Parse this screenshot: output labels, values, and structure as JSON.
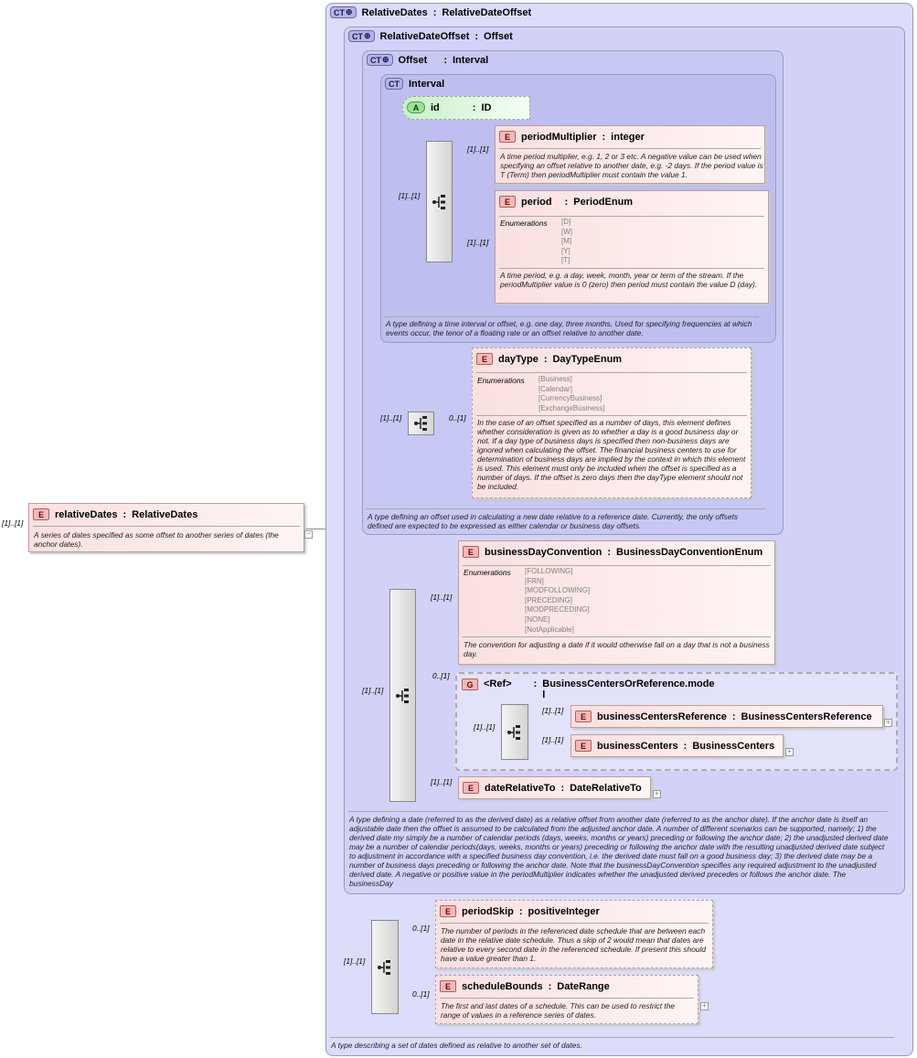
{
  "root": {
    "card": "[1]..[1]",
    "badge": "E",
    "name": "relativeDates",
    "sep": ":",
    "type": "RelativeDates",
    "doc": "A series of dates specified as some offset to another series of dates (the anchor dates)."
  },
  "ct_relative_dates": {
    "badge": "CT",
    "name": "RelativeDates",
    "sep": ":",
    "type": "RelativeDateOffset",
    "doc": "A type describing a set of dates defined as relative to another set of dates."
  },
  "ct_relative_date_offset": {
    "badge": "CT",
    "name": "RelativeDateOffset",
    "sep": ":",
    "type": "Offset",
    "doc": "A type defining a date (referred to as the derived date) as a relative offset from another date (referred to as the anchor date). If the anchor date is itself an adjustable date then the offset is assumed to be calculated from the adjusted anchor date. A number of different scenarios can be supported, namely; 1) the derived date my simply be a number of calendar periods (days, weeks, months or years) preceding or following the anchor date; 2) the unadjusted derived date may be a number of calendar periods(days, weeks, months or years) preceding or following the anchor date with the resulting unadjusted derived date subject to adjustment in accordance with a specified business day convention, i.e. the derived date must fall on a good business day; 3) the derived date may be a number of business days preceding or following the anchor date. Note that the businessDayConvention specifies any required adjustment to the unadjusted derived date. A negative or positive value in the periodMultiplier indicates whether the unadjusted derived precedes or follows the anchor date. The businessDay"
  },
  "ct_offset": {
    "badge": "CT",
    "name": "Offset",
    "sep": ":",
    "type": "Interval",
    "doc": "A type defining an offset used in calculating a new date relative to a reference date. Currently, the only offsets defined are expected to be expressed as either calendar or business day offsets."
  },
  "ct_interval": {
    "badge": "CT",
    "name": "Interval",
    "doc": "A type defining a time interval or offset, e.g. one day, three months. Used for specifying frequencies at which events occur, the tenor of a floating rate or an offset relative to another date."
  },
  "attr_id": {
    "badge": "A",
    "name": "id",
    "sep": ":",
    "type": "ID"
  },
  "period_multiplier": {
    "card": "[1]..[1]",
    "badge": "E",
    "name": "periodMultiplier",
    "sep": ":",
    "type": "integer",
    "doc": "A time period multiplier, e.g. 1, 2 or 3 etc. A negative value can be used when specifying an offset relative to another date, e.g. -2 days. If the period value is T (Term) then periodMultiplier must contain the value 1."
  },
  "period": {
    "card": "[1]..[1]",
    "badge": "E",
    "name": "period",
    "sep": ":",
    "type": "PeriodEnum",
    "enum_label": "Enumerations",
    "enums": [
      "[D]",
      "[W]",
      "[M]",
      "[Y]",
      "[T]"
    ],
    "doc": "A time period, e.g. a day, week, month, year or term of the stream. If the periodMultiplier value is 0 (zero) then period must contain the value D (day)."
  },
  "interval_seq_card": "[1]..[1]",
  "day_type": {
    "seq_card": "[1]..[1]",
    "card": "0..[1]",
    "badge": "E",
    "name": "dayType",
    "sep": ":",
    "type": "DayTypeEnum",
    "enum_label": "Enumerations",
    "enums": [
      "[Business]",
      "[Calendar]",
      "[CurrencyBusiness]",
      "[ExchangeBusiness]"
    ],
    "doc": "In the case of an offset specified as a number of days, this element defines whether consideration is given as to whether a day is a good business day or not. If a day type of business days is specified then non-business days are ignored when calculating the offset. The financial business centers to use for determination of business days are implied by the context in which this element is used. This element must only be included when the offset is specified as a number of days. If the offset is zero days then the dayType element should not be included."
  },
  "business_day_convention": {
    "card": "[1]..[1]",
    "badge": "E",
    "name": "businessDayConvention",
    "sep": ":",
    "type": "BusinessDayConventionEnum",
    "enum_label": "Enumerations",
    "enums": [
      "[FOLLOWING]",
      "[FRN]",
      "[MODFOLLOWING]",
      "[PRECEDING]",
      "[MODPRECEDING]",
      "[NONE]",
      "[NotApplicable]"
    ],
    "doc": "The convention for adjusting a date if it would otherwise fall on a day that is not a business day."
  },
  "rdo_seq_card": "[1]..[1]",
  "group_ref": {
    "card": "0..[1]",
    "badge": "G",
    "name": "<Ref>",
    "sep": ":",
    "type": "BusinessCentersOrReference.mode",
    "type_tail": "l",
    "seq_card": "[1]..[1]"
  },
  "business_centers_reference": {
    "card": "[1]..[1]",
    "badge": "E",
    "name": "businessCentersReference",
    "sep": ":",
    "type": "BusinessCentersReference"
  },
  "business_centers": {
    "card": "[1]..[1]",
    "badge": "E",
    "name": "businessCenters",
    "sep": ":",
    "type": "BusinessCenters"
  },
  "date_relative_to": {
    "card": "[1]..[1]",
    "badge": "E",
    "name": "dateRelativeTo",
    "sep": ":",
    "type": "DateRelativeTo"
  },
  "rd_seq_card": "[1]..[1]",
  "period_skip": {
    "card": "0..[1]",
    "badge": "E",
    "name": "periodSkip",
    "sep": ":",
    "type": "positiveInteger",
    "doc": "The number of periods in the referenced date schedule that are between each date in the relative date schedule. Thus a skip of 2 would mean that dates are relative to every second date in the referenced schedule. If present this should have a value greater than 1."
  },
  "schedule_bounds": {
    "card": "0..[1]",
    "badge": "E",
    "name": "scheduleBounds",
    "sep": ":",
    "type": "DateRange",
    "doc": "The first and last dates of a schedule. This can be used to restrict the range of values in a reference series of dates."
  },
  "plus_symbol": "+",
  "minus_symbol": "−",
  "icons": {
    "expand": "plus-icon",
    "collapse": "minus-icon",
    "sequence": "sequence-icon"
  }
}
